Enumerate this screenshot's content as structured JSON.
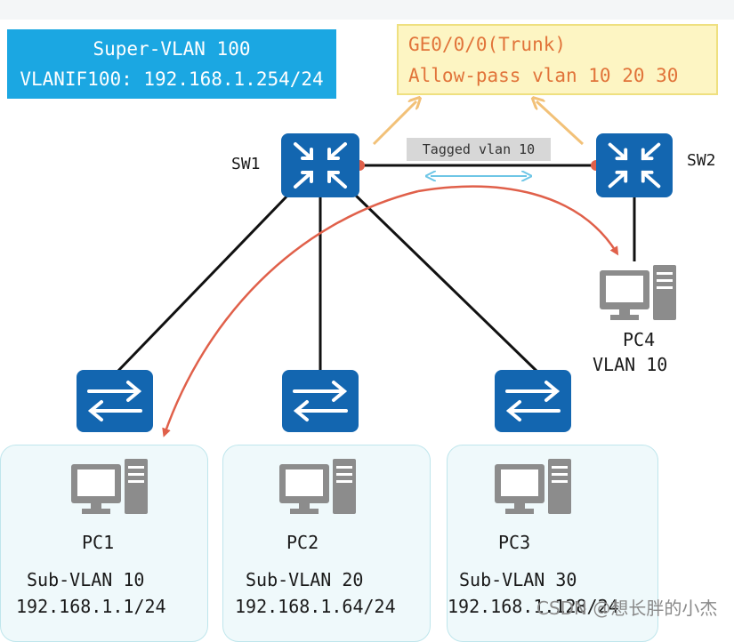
{
  "super_vlan": {
    "line1": "Super-VLAN 100",
    "line2": "VLANIF100: 192.168.1.254/24"
  },
  "trunk_note": {
    "line1": "GE0/0/0(Trunk)",
    "line2": "Allow-pass vlan 10 20 30"
  },
  "link_tag": "Tagged vlan 10",
  "switches": {
    "sw1": "SW1",
    "sw2": "SW2"
  },
  "pc4": {
    "name": "PC4",
    "vlan": "VLAN 10"
  },
  "groups": [
    {
      "pc": "PC1",
      "vlan": "Sub-VLAN 10",
      "ip": "192.168.1.1/24"
    },
    {
      "pc": "PC2",
      "vlan": "Sub-VLAN 20",
      "ip": "192.168.1.64/24"
    },
    {
      "pc": "PC3",
      "vlan": "Sub-VLAN 30",
      "ip": "192.168.1.128/24"
    }
  ],
  "watermark": "CSDN @想长胖的小杰",
  "colors": {
    "device_blue": "#1366b0",
    "super_vlan_bg": "#1ba7e2",
    "note_text": "#e1743a",
    "flow_arrow": "#e0604a",
    "link_arrow": "#6ec6e6",
    "pointer_arrow": "#f2c178"
  }
}
